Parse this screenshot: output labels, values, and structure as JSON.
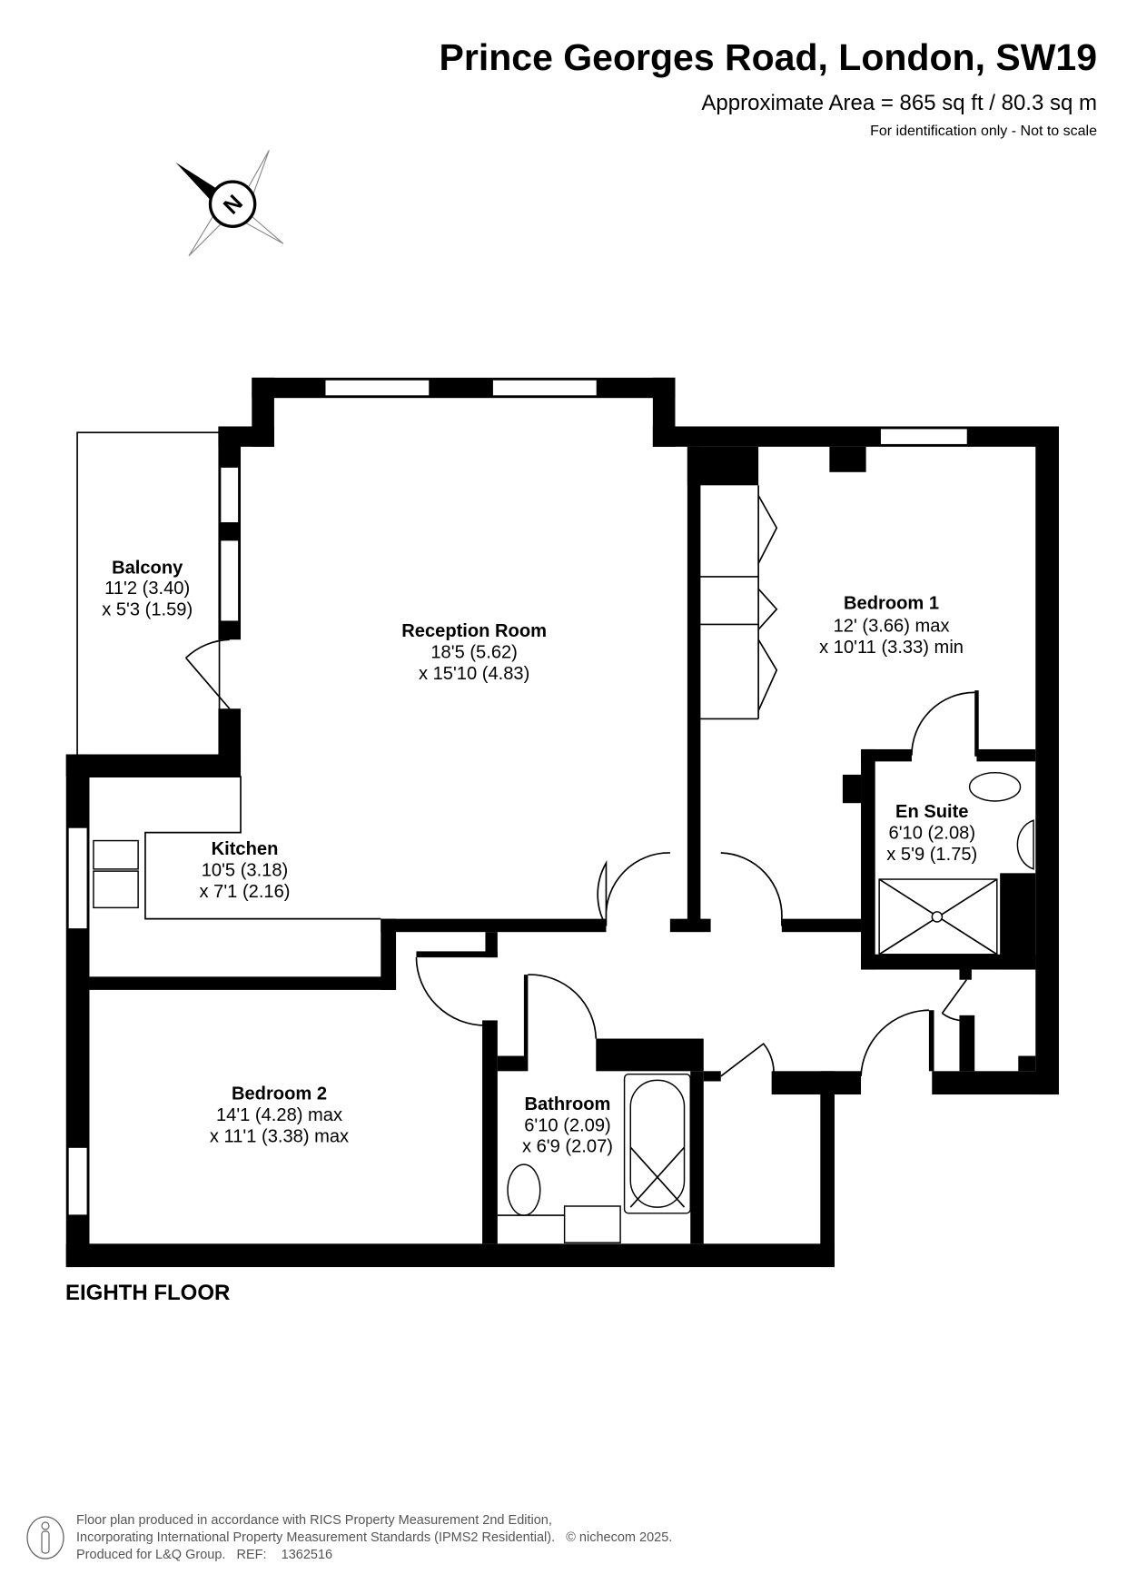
{
  "header": {
    "title": "Prince Georges Road, London, SW19",
    "area": "Approximate Area = 865 sq ft / 80.3 sq m",
    "note": "For identification only - Not to scale"
  },
  "compass": {
    "label": "N"
  },
  "rooms": [
    {
      "name": "Balcony",
      "dim1": "11'2 (3.40)",
      "dim2": "x 5'3 (1.59)"
    },
    {
      "name": "Reception Room",
      "dim1": "18'5 (5.62)",
      "dim2": "x 15'10 (4.83)"
    },
    {
      "name": "Bedroom 1",
      "dim1": "12' (3.66) max",
      "dim2": "x 10'11 (3.33) min"
    },
    {
      "name": "En Suite",
      "dim1": "6'10 (2.08)",
      "dim2": "x 5'9 (1.75)"
    },
    {
      "name": "Kitchen",
      "dim1": "10'5 (3.18)",
      "dim2": "x 7'1 (2.16)"
    },
    {
      "name": "Bedroom 2",
      "dim1": "14'1 (4.28) max",
      "dim2": "x 11'1 (3.38) max"
    },
    {
      "name": "Bathroom",
      "dim1": "6'10 (2.09)",
      "dim2": "x 6'9 (2.07)"
    }
  ],
  "floor_label": "EIGHTH FLOOR",
  "footer": {
    "line1": "Floor plan produced in accordance with RICS Property Measurement 2nd Edition,",
    "line2": "Incorporating International Property Measurement Standards (IPMS2 Residential).",
    "copyright": "© nichecom 2025.",
    "line3": "Produced for L&Q Group.   REF:    1362516"
  }
}
